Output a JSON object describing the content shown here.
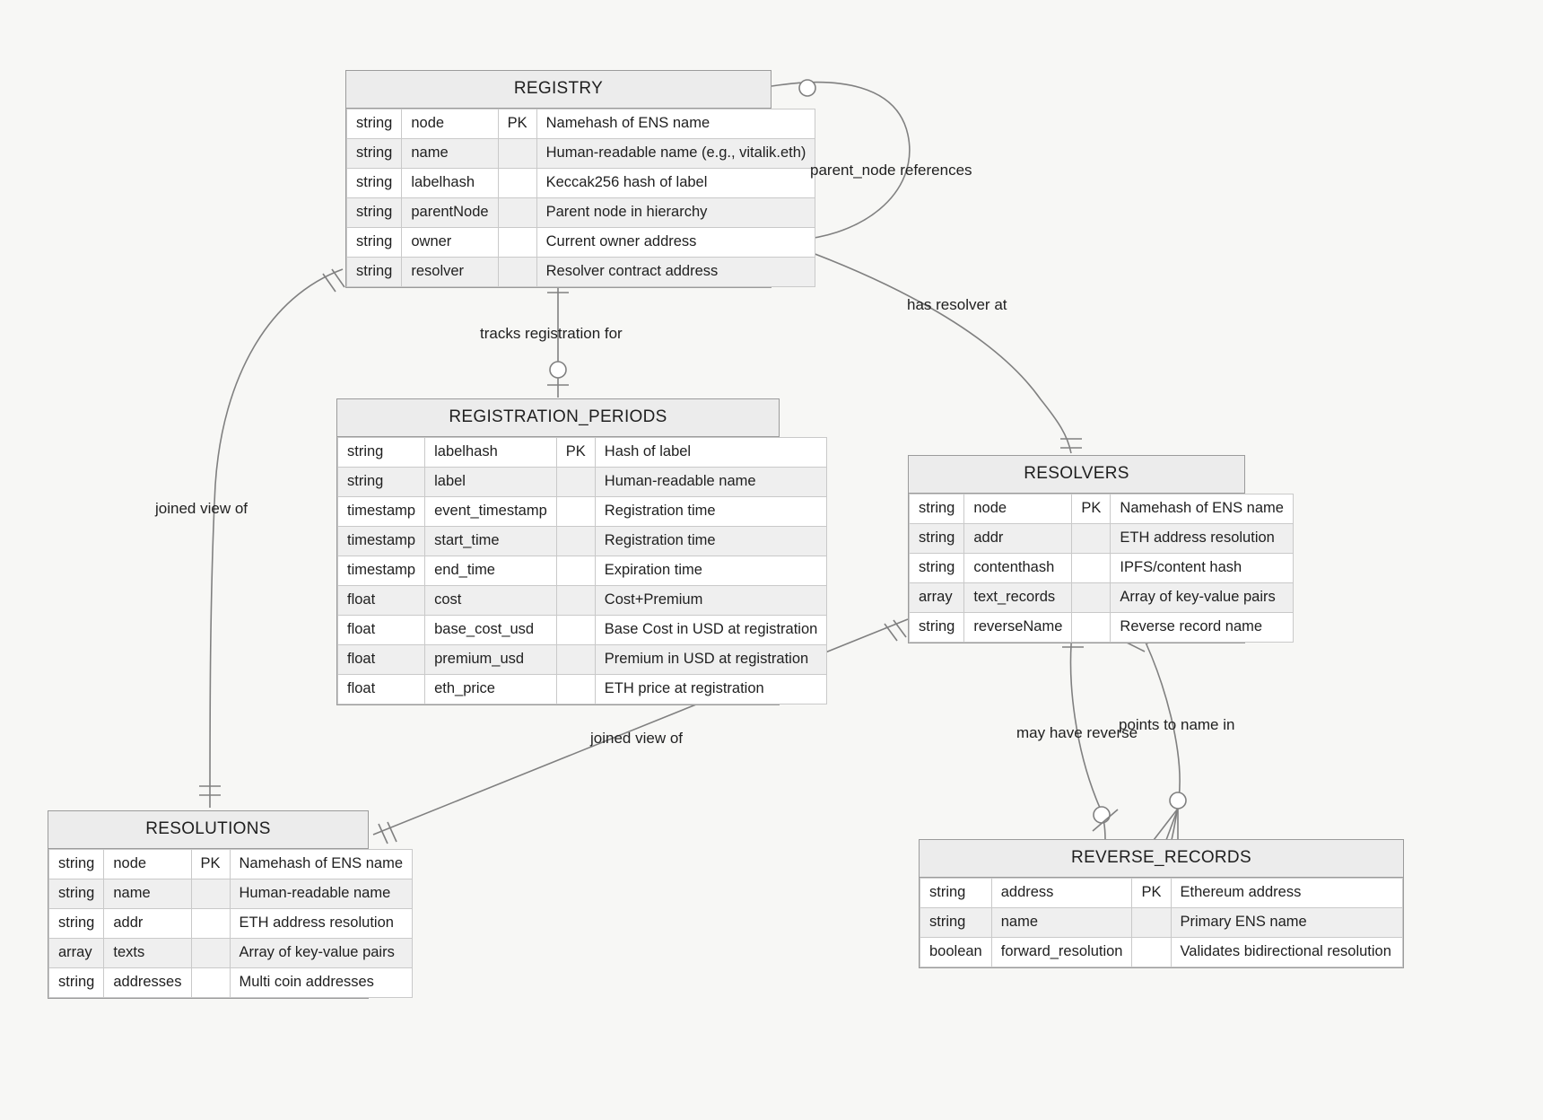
{
  "diagram": {
    "type": "entity-relationship-diagram",
    "background_color": "#f7f7f5",
    "line_color": "#808080",
    "header_fill": "#ececec",
    "row_alt_fill": "#efefef"
  },
  "entities": [
    {
      "id": "registry",
      "title": "REGISTRY",
      "attributes": [
        {
          "type": "string",
          "name": "node",
          "key": "PK",
          "desc": "Namehash of ENS name"
        },
        {
          "type": "string",
          "name": "name",
          "key": "",
          "desc": "Human-readable name (e.g., vitalik.eth)"
        },
        {
          "type": "string",
          "name": "labelhash",
          "key": "",
          "desc": "Keccak256 hash of label"
        },
        {
          "type": "string",
          "name": "parentNode",
          "key": "",
          "desc": "Parent node in hierarchy"
        },
        {
          "type": "string",
          "name": "owner",
          "key": "",
          "desc": "Current owner address"
        },
        {
          "type": "string",
          "name": "resolver",
          "key": "",
          "desc": "Resolver contract address"
        }
      ]
    },
    {
      "id": "registration_periods",
      "title": "REGISTRATION_PERIODS",
      "attributes": [
        {
          "type": "string",
          "name": "labelhash",
          "key": "PK",
          "desc": "Hash of label"
        },
        {
          "type": "string",
          "name": "label",
          "key": "",
          "desc": "Human-readable name"
        },
        {
          "type": "timestamp",
          "name": "event_timestamp",
          "key": "",
          "desc": "Registration time"
        },
        {
          "type": "timestamp",
          "name": "start_time",
          "key": "",
          "desc": "Registration time"
        },
        {
          "type": "timestamp",
          "name": "end_time",
          "key": "",
          "desc": "Expiration time"
        },
        {
          "type": "float",
          "name": "cost",
          "key": "",
          "desc": "Cost+Premium"
        },
        {
          "type": "float",
          "name": "base_cost_usd",
          "key": "",
          "desc": "Base Cost in USD at registration"
        },
        {
          "type": "float",
          "name": "premium_usd",
          "key": "",
          "desc": "Premium in USD at registration"
        },
        {
          "type": "float",
          "name": "eth_price",
          "key": "",
          "desc": "ETH price at registration"
        }
      ]
    },
    {
      "id": "resolvers",
      "title": "RESOLVERS",
      "attributes": [
        {
          "type": "string",
          "name": "node",
          "key": "PK",
          "desc": "Namehash of ENS name"
        },
        {
          "type": "string",
          "name": "addr",
          "key": "",
          "desc": "ETH address resolution"
        },
        {
          "type": "string",
          "name": "contenthash",
          "key": "",
          "desc": "IPFS/content hash"
        },
        {
          "type": "array",
          "name": "text_records",
          "key": "",
          "desc": "Array of key-value pairs"
        },
        {
          "type": "string",
          "name": "reverseName",
          "key": "",
          "desc": "Reverse record name"
        }
      ]
    },
    {
      "id": "resolutions",
      "title": "RESOLUTIONS",
      "attributes": [
        {
          "type": "string",
          "name": "node",
          "key": "PK",
          "desc": "Namehash of ENS name"
        },
        {
          "type": "string",
          "name": "name",
          "key": "",
          "desc": "Human-readable name"
        },
        {
          "type": "string",
          "name": "addr",
          "key": "",
          "desc": "ETH address resolution"
        },
        {
          "type": "array",
          "name": "texts",
          "key": "",
          "desc": "Array of key-value pairs"
        },
        {
          "type": "string",
          "name": "addresses",
          "key": "",
          "desc": "Multi coin addresses"
        }
      ]
    },
    {
      "id": "reverse_records",
      "title": "REVERSE_RECORDS",
      "attributes": [
        {
          "type": "string",
          "name": "address",
          "key": "PK",
          "desc": "Ethereum address"
        },
        {
          "type": "string",
          "name": "name",
          "key": "",
          "desc": "Primary ENS name"
        },
        {
          "type": "boolean",
          "name": "forward_resolution",
          "key": "",
          "desc": "Validates bidirectional resolution"
        }
      ]
    }
  ],
  "relationships": [
    {
      "id": "rel-parent-node",
      "label": "parent_node references"
    },
    {
      "id": "rel-tracks",
      "label": "tracks registration for"
    },
    {
      "id": "rel-has-resolver",
      "label": "has resolver at"
    },
    {
      "id": "rel-joined-left",
      "label": "joined view of"
    },
    {
      "id": "rel-joined-center",
      "label": "joined view of"
    },
    {
      "id": "rel-may-reverse",
      "label": "may have reverse"
    },
    {
      "id": "rel-points-to",
      "label": "points to name in"
    }
  ]
}
